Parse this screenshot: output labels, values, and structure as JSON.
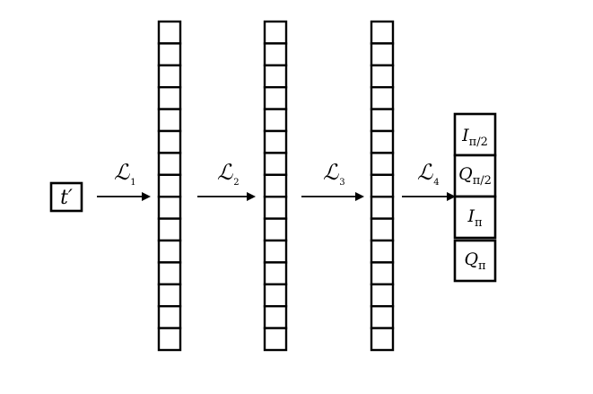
{
  "input": {
    "label": "t′"
  },
  "layers": [
    {
      "symbol": "ℒ",
      "index": "1",
      "cells": 15
    },
    {
      "symbol": "ℒ",
      "index": "2",
      "cells": 15
    },
    {
      "symbol": "ℒ",
      "index": "3",
      "cells": 15
    },
    {
      "symbol": "ℒ",
      "index": "4",
      "cells": 0
    }
  ],
  "outputs": [
    {
      "base": "I",
      "sub": "π/2"
    },
    {
      "base": "Q",
      "sub": "π/2"
    },
    {
      "base": "I",
      "sub": "π"
    },
    {
      "base": "Q",
      "sub": "π"
    }
  ]
}
